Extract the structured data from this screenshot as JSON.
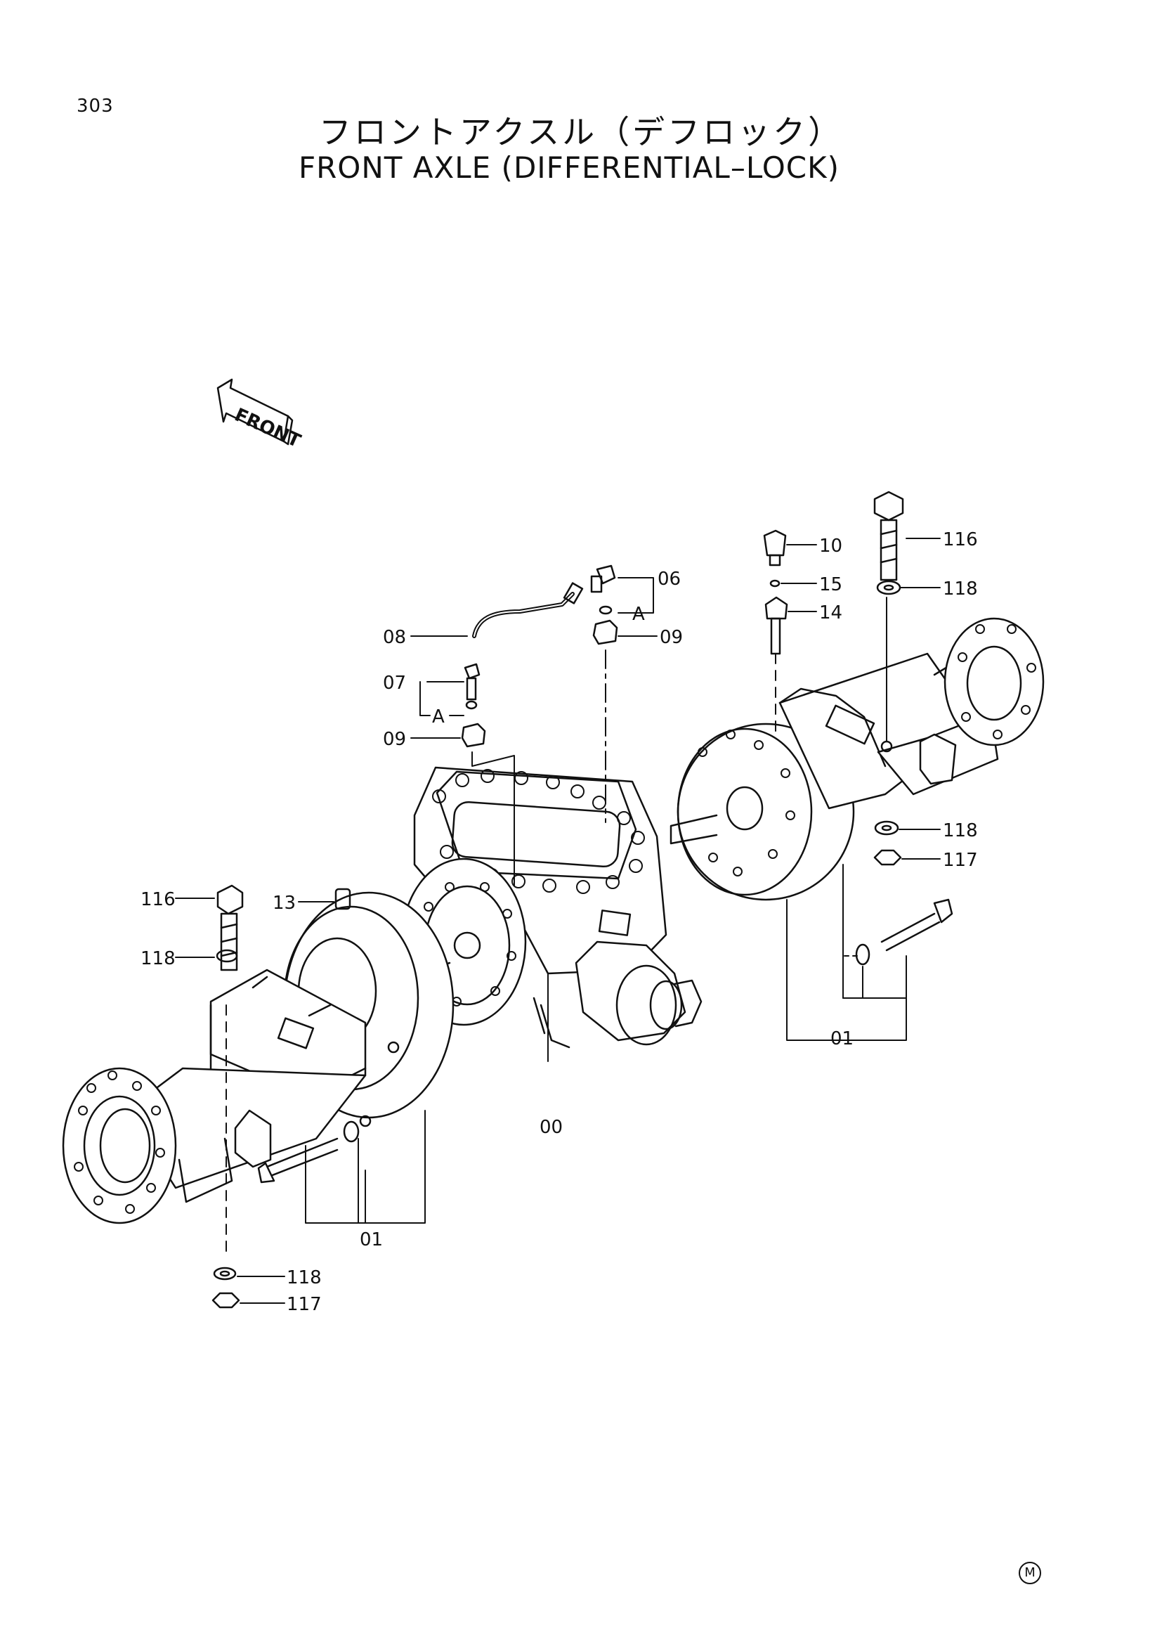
{
  "page_number": "303",
  "title_jp": "フロントアクスル（デフロック）",
  "title_en": "FRONT AXLE (DIFFERENTIAL–LOCK)",
  "front_arrow_label": "FRONT",
  "corner_mark": "M",
  "callouts": {
    "c00": "00",
    "c01_left": "01",
    "c01_right": "01",
    "c06": "06",
    "c07": "07",
    "c08": "08",
    "c09_left": "09",
    "c09_right": "09",
    "c10": "10",
    "c13": "13",
    "c14": "14",
    "c15": "15",
    "c116_left": "116",
    "c116_right": "116",
    "c117_left": "117",
    "c117_right": "117",
    "c118_left_top": "118",
    "c118_left_bottom": "118",
    "c118_right_top": "118",
    "c118_right_bottom": "118",
    "cA_left": "A",
    "cA_right": "A"
  },
  "colors": {
    "ink": "#111111",
    "paper": "#ffffff"
  }
}
